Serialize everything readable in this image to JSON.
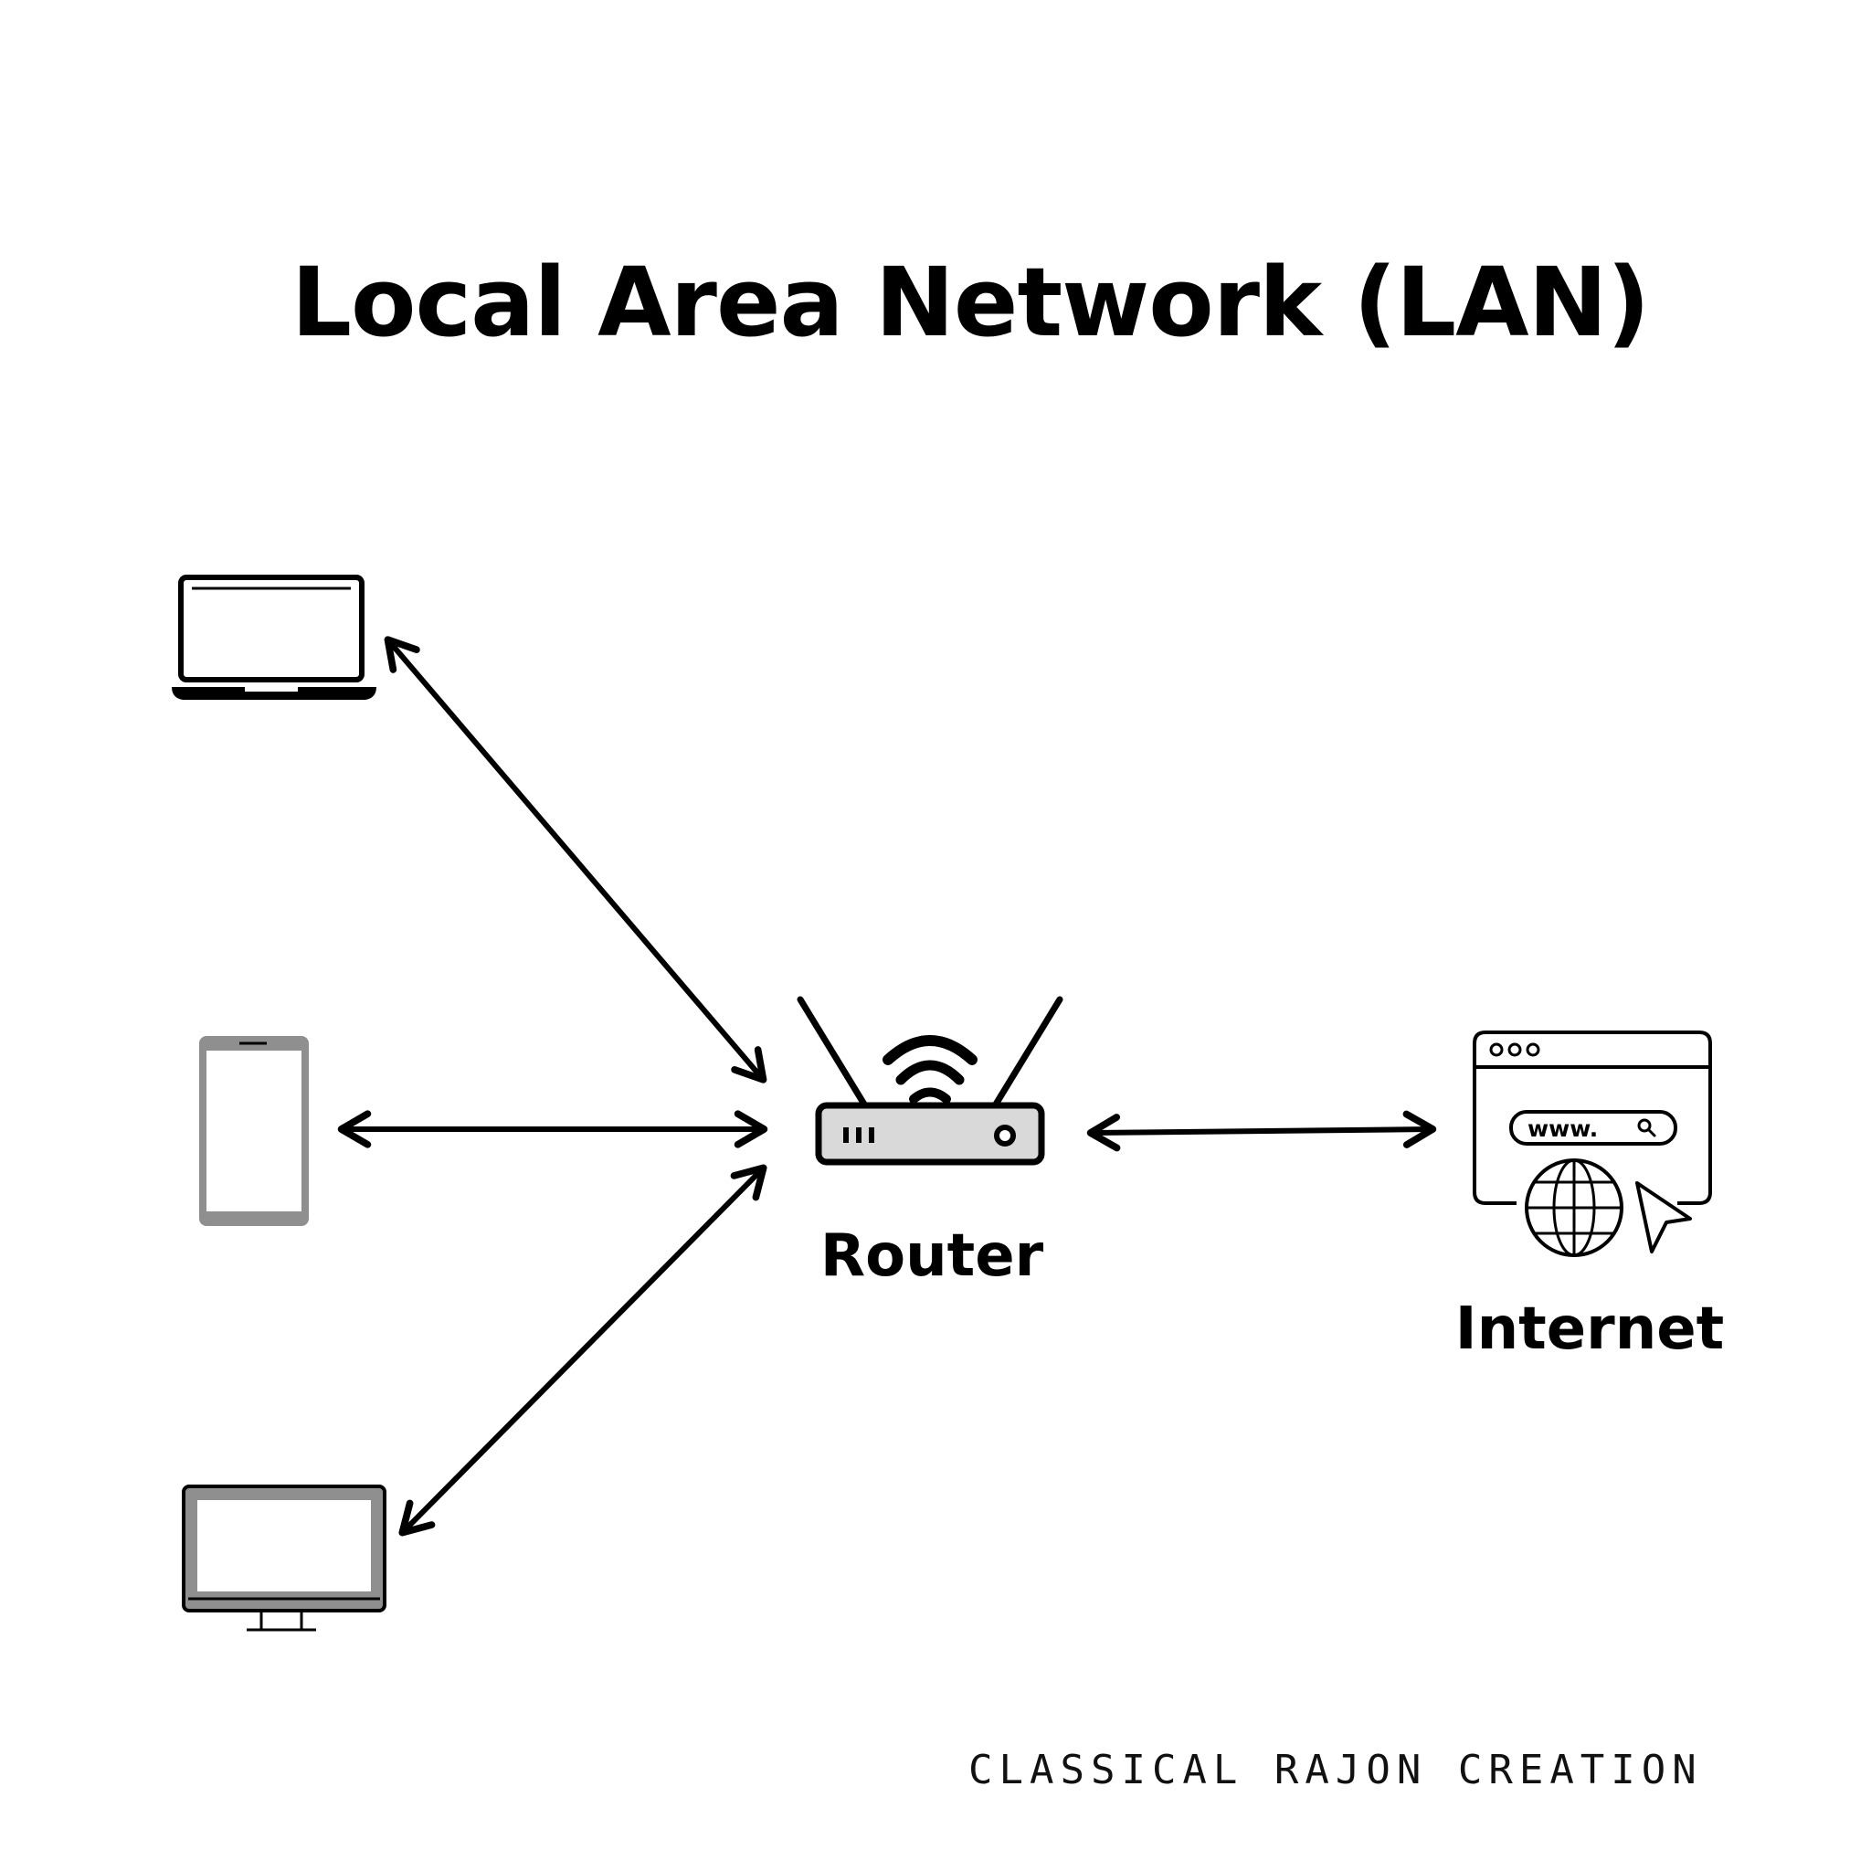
{
  "title": "Local Area Network (LAN)",
  "nodes": {
    "router": {
      "label": "Router",
      "icon": "router-icon"
    },
    "internet": {
      "label": "Internet",
      "icon": "internet-browser-icon",
      "url_text": "www."
    },
    "laptop": {
      "icon": "laptop-icon"
    },
    "phone": {
      "icon": "smartphone-icon"
    },
    "desktop": {
      "icon": "desktop-monitor-icon"
    }
  },
  "edges": [
    {
      "from": "laptop",
      "to": "router",
      "direction": "bidirectional"
    },
    {
      "from": "phone",
      "to": "router",
      "direction": "bidirectional"
    },
    {
      "from": "desktop",
      "to": "router",
      "direction": "bidirectional"
    },
    {
      "from": "router",
      "to": "internet",
      "direction": "bidirectional"
    }
  ],
  "credit": "CLASSICAL RAJON CREATION",
  "colors": {
    "stroke": "#000000",
    "device_gray": "#8f8f8f",
    "router_fill": "#d9d9d9",
    "background": "#ffffff"
  }
}
